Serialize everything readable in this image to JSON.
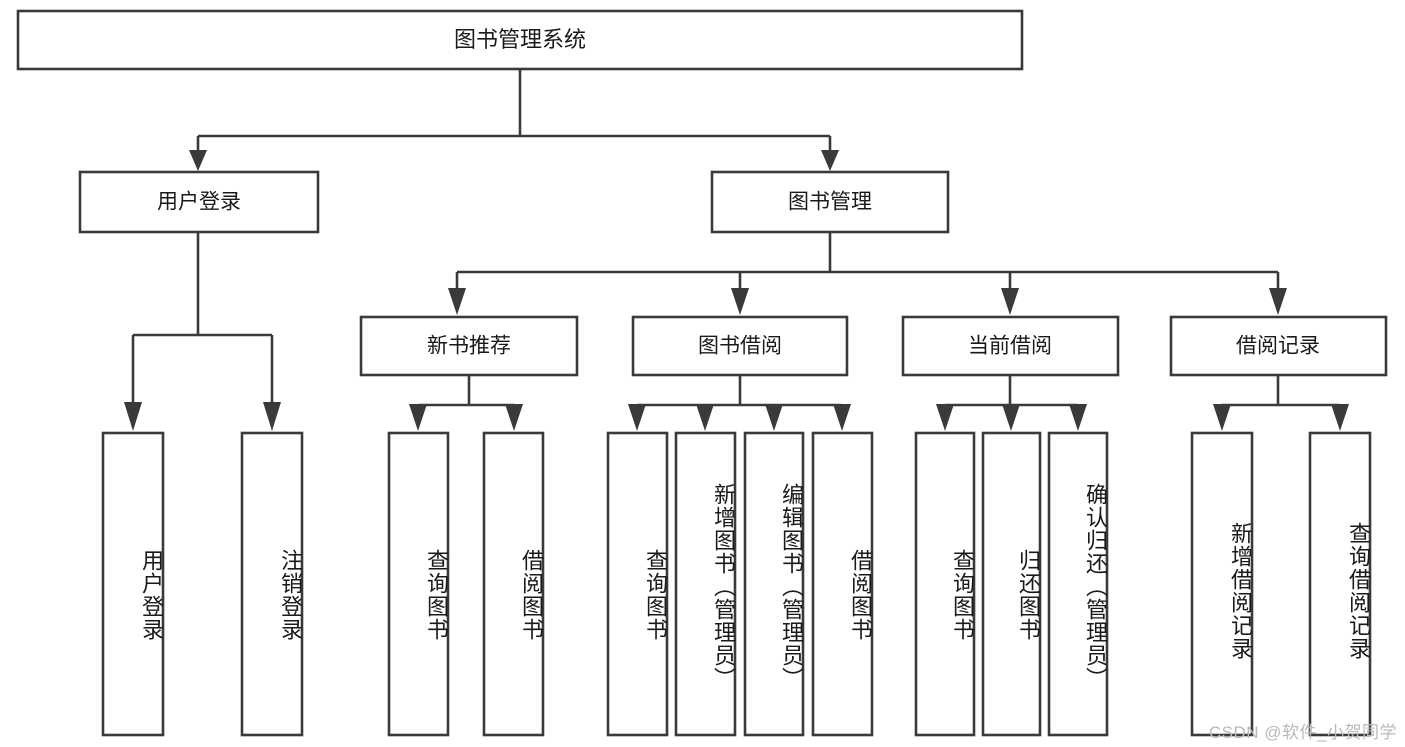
{
  "diagram": {
    "type": "tree-hierarchy",
    "title": "图书管理系统",
    "watermark": "CSDN @软件_小贺同学",
    "colors": {
      "box_stroke": "#3a3a3a",
      "box_fill": "#ffffff",
      "text": "#1a1a1a",
      "background": "#ffffff",
      "watermark": "#b9b9b9"
    },
    "levels": {
      "root": {
        "label": "图书管理系统"
      },
      "level1": [
        {
          "id": "user-login",
          "label": "用户登录"
        },
        {
          "id": "book-manage",
          "label": "图书管理"
        }
      ],
      "level2": [
        {
          "id": "new-book-recommend",
          "label": "新书推荐",
          "parent": "book-manage"
        },
        {
          "id": "book-borrow",
          "label": "图书借阅",
          "parent": "book-manage"
        },
        {
          "id": "current-borrow",
          "label": "当前借阅",
          "parent": "book-manage"
        },
        {
          "id": "borrow-record",
          "label": "借阅记录",
          "parent": "book-manage"
        }
      ],
      "leaves": [
        {
          "id": "leaf-user-login",
          "label": "用户登录",
          "parent": "user-login"
        },
        {
          "id": "leaf-logout",
          "label": "注销登录",
          "parent": "user-login"
        },
        {
          "id": "leaf-query-book-1",
          "label": "查询图书",
          "parent": "new-book-recommend"
        },
        {
          "id": "leaf-borrow-book-1",
          "label": "借阅图书",
          "parent": "new-book-recommend"
        },
        {
          "id": "leaf-query-book-2",
          "label": "查询图书",
          "parent": "book-borrow"
        },
        {
          "id": "leaf-add-book",
          "label": "新增图书（管理员）",
          "parent": "book-borrow"
        },
        {
          "id": "leaf-edit-book",
          "label": "编辑图书（管理员）",
          "parent": "book-borrow"
        },
        {
          "id": "leaf-borrow-book-2",
          "label": "借阅图书",
          "parent": "book-borrow"
        },
        {
          "id": "leaf-query-book-3",
          "label": "查询图书",
          "parent": "current-borrow"
        },
        {
          "id": "leaf-return-book",
          "label": "归还图书",
          "parent": "current-borrow"
        },
        {
          "id": "leaf-confirm-return",
          "label": "确认归还（管理员）",
          "parent": "current-borrow"
        },
        {
          "id": "leaf-add-record",
          "label": "新增借阅记录",
          "parent": "borrow-record"
        },
        {
          "id": "leaf-query-record",
          "label": "查询借阅记录",
          "parent": "borrow-record"
        }
      ]
    }
  }
}
